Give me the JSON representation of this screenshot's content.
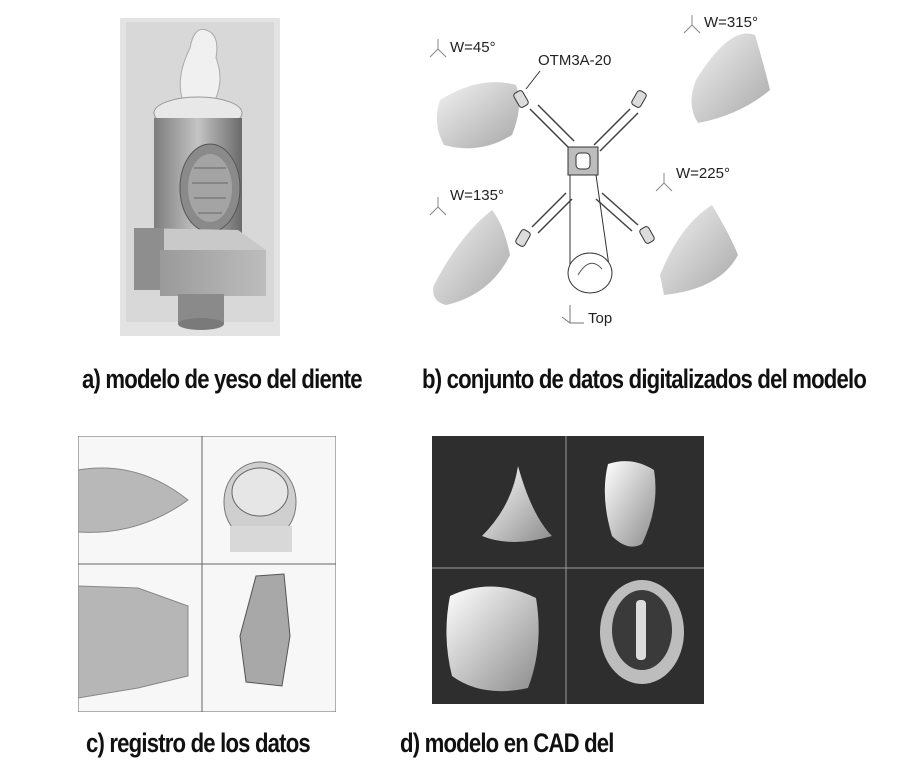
{
  "panels": {
    "a": {
      "caption": "a) modelo de yeso del diente"
    },
    "b": {
      "caption": "b) conjunto de datos digitalizados del modelo",
      "labels": {
        "w45": "W=45°",
        "w135": "W=135°",
        "w225": "W=225°",
        "w315": "W=315°",
        "device": "OTM3A-20",
        "top": "Top"
      }
    },
    "c": {
      "caption": "c) registro de los datos"
    },
    "d": {
      "caption": "d)  modelo en CAD del"
    }
  }
}
